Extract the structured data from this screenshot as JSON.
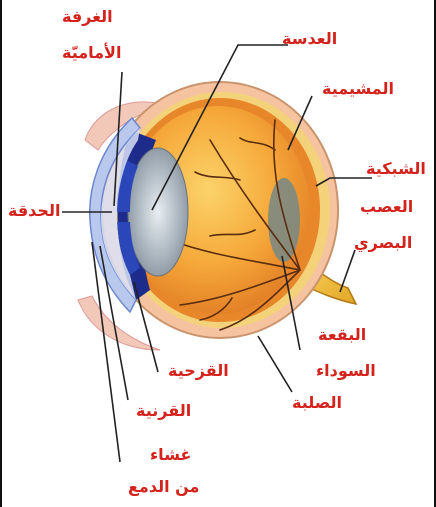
{
  "colors": {
    "label": "#d4231c",
    "leader": "#222222",
    "sclera": "#f6c3a0",
    "choroid": "#e8862a",
    "vitreous": "#f9b23c",
    "retina": "#f4d27a",
    "cornea": "#8fa7e0",
    "iris": "#2b46b8",
    "lens": "#9da9b5",
    "macula": "#7d8a82",
    "optic_nerve": "#f5c542",
    "vessel": "#5a2c10"
  },
  "labels": {
    "anterior_chamber_1": "الغرفة",
    "anterior_chamber_2": "الأماميّة",
    "lens": "العدسة",
    "choroid": "المشيمية",
    "retina": "الشبكية",
    "optic_nerve_1": "العصب",
    "optic_nerve_2": "البصري",
    "pupil": "الحدقة",
    "macula_1": "البقعة",
    "macula_2": "السوداء",
    "sclera": "الصلبة",
    "iris": "القزحية",
    "cornea": "القرنية",
    "tear_film_1": "غشاء",
    "tear_film_2": "من الدمع"
  }
}
